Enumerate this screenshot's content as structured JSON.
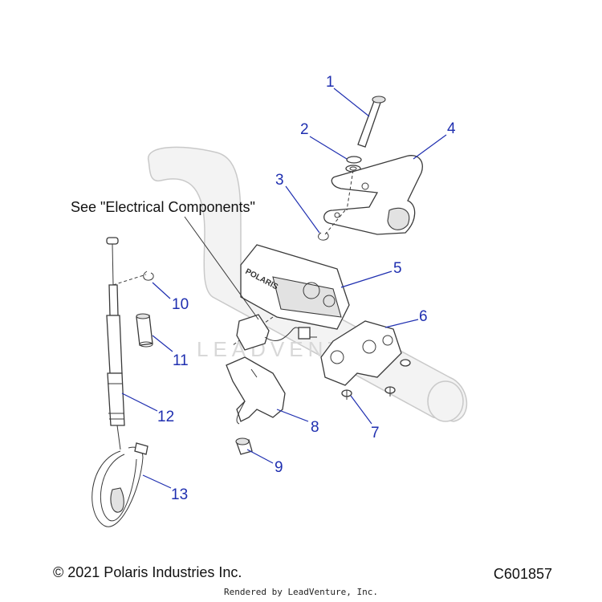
{
  "callouts": [
    {
      "id": "1",
      "label": "1"
    },
    {
      "id": "2",
      "label": "2"
    },
    {
      "id": "3",
      "label": "3"
    },
    {
      "id": "4",
      "label": "4"
    },
    {
      "id": "5",
      "label": "5"
    },
    {
      "id": "6",
      "label": "6"
    },
    {
      "id": "7",
      "label": "7"
    },
    {
      "id": "8",
      "label": "8"
    },
    {
      "id": "9",
      "label": "9"
    },
    {
      "id": "10",
      "label": "10"
    },
    {
      "id": "11",
      "label": "11"
    },
    {
      "id": "12",
      "label": "12"
    },
    {
      "id": "13",
      "label": "13"
    }
  ],
  "note": "See \"Electrical Components\"",
  "watermark": "LEADVENTURE",
  "brand_on_part": "POLARIS",
  "footer": {
    "copyright": "© 2021 Polaris Industries Inc.",
    "diagram_id": "C601857",
    "credit": "Rendered by LeadVenture, Inc."
  },
  "colors": {
    "callout": "#1f2fb0",
    "line_art": "#3a3a3a"
  }
}
